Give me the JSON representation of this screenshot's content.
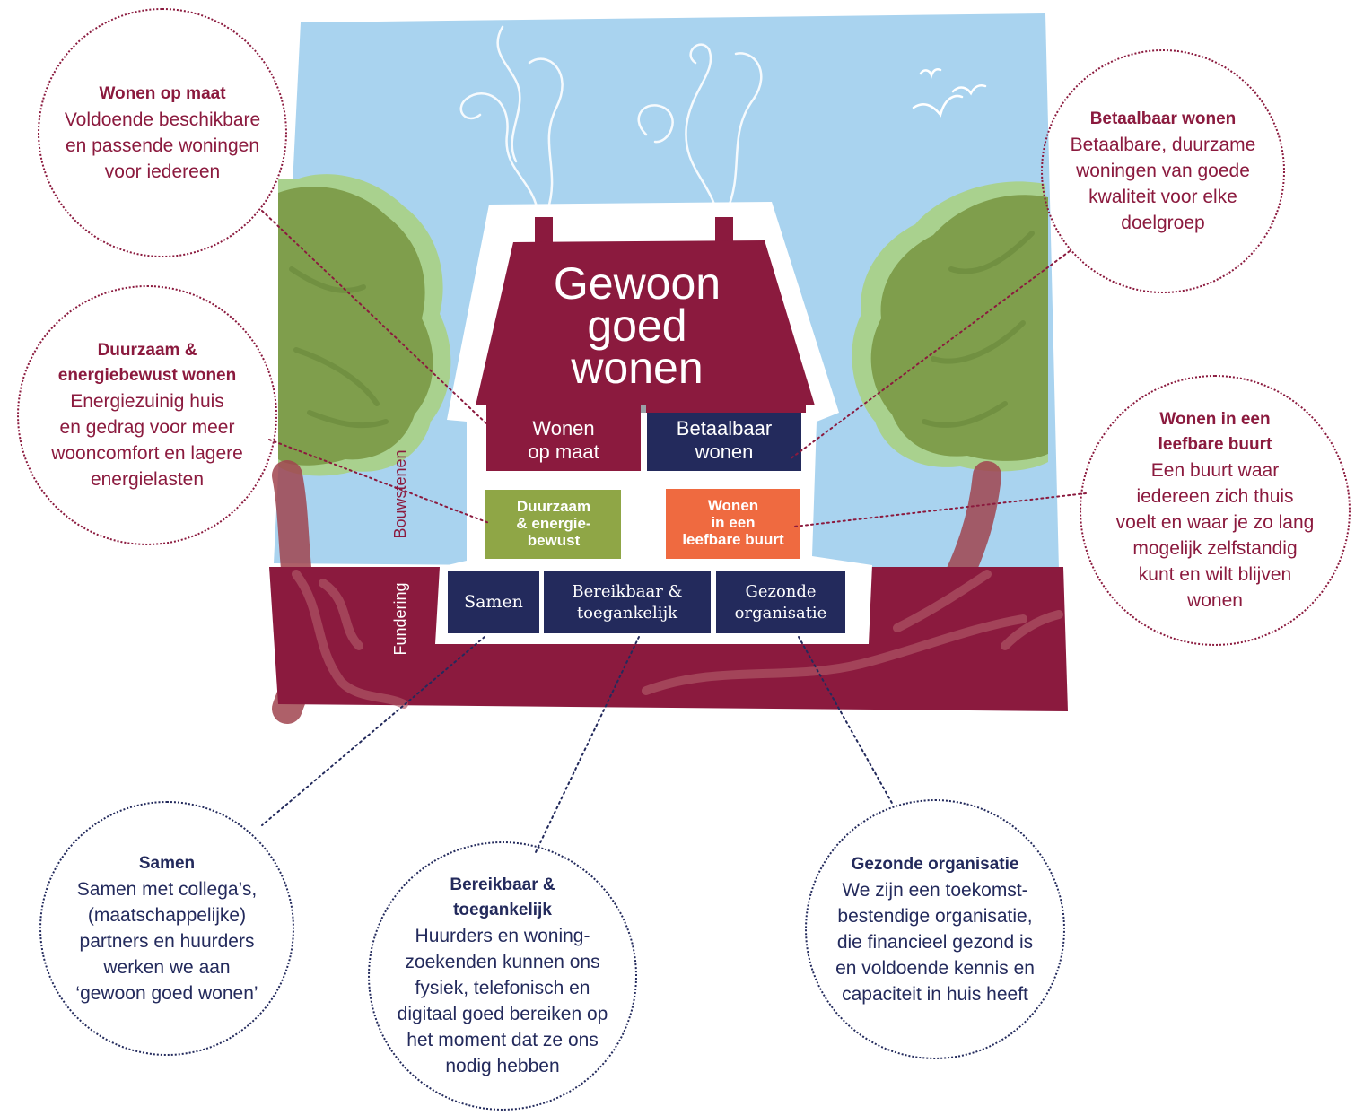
{
  "house": {
    "title_lines": [
      "Gewoon",
      "goed",
      "wonen"
    ]
  },
  "side_labels": {
    "bouwstenen": "Bouwstenen",
    "fundering": "Fundering"
  },
  "blocks": {
    "wonen_op_maat": [
      "Wonen",
      "op maat"
    ],
    "betaalbaar_wonen": [
      "Betaalbaar",
      "wonen"
    ],
    "duurzaam": [
      "Duurzaam",
      "& energie-",
      "bewust"
    ],
    "leefbare_buurt": [
      "Wonen",
      "in een",
      "leefbare buurt"
    ],
    "samen": [
      "Samen"
    ],
    "bereikbaar": [
      "Bereikbaar &",
      "toegankelijk"
    ],
    "gezonde": [
      "Gezonde",
      "organisatie"
    ]
  },
  "circles": {
    "wonen_op_maat": {
      "title": "Wonen op maat",
      "body": "Voldoende beschikbare\nen passende woningen\nvoor iedereen"
    },
    "betaalbaar_wonen": {
      "title": "Betaalbaar wonen",
      "body": "Betaalbare, duurzame\nwoningen van goede\nkwaliteit voor elke\ndoelgroep"
    },
    "duurzaam": {
      "title": "Duurzaam &\nenergiebewust wonen",
      "body": "Energiezuinig huis\nen gedrag voor meer\nwooncomfort en lagere\nenergielasten"
    },
    "leefbare_buurt": {
      "title": "Wonen in een\nleefbare buurt",
      "body": "Een buurt waar\niedereen zich thuis\nvoelt en waar je zo lang\nmogelijk zelfstandig\nkunt en wilt blijven\nwonen"
    },
    "samen": {
      "title": "Samen",
      "body": "Samen met collega’s,\n(maatschappelijke)\npartners en huurders\nwerken we aan\n‘gewoon goed wonen’"
    },
    "bereikbaar": {
      "title": "Bereikbaar &\ntoegankelijk",
      "body": "Huurders en woning-\nzoekenden kunnen ons\nfysiek, telefonisch en\ndigitaal goed bereiken op\nhet moment dat ze ons\nnodig hebben"
    },
    "gezonde": {
      "title": "Gezonde organisatie",
      "body": "We zijn een toekomst-\nbestendige organisatie,\ndie financieel gezond is\nen voldoende kennis en\ncapaciteit in huis heeft"
    }
  },
  "colors": {
    "maroon": "#8b1a3e",
    "navy": "#232a5c",
    "olive": "#8fa646",
    "orange": "#ef6a40",
    "sky": "#a9d3ef",
    "tree": "#7f9e4c",
    "tree_halo": "#a9d18e"
  }
}
